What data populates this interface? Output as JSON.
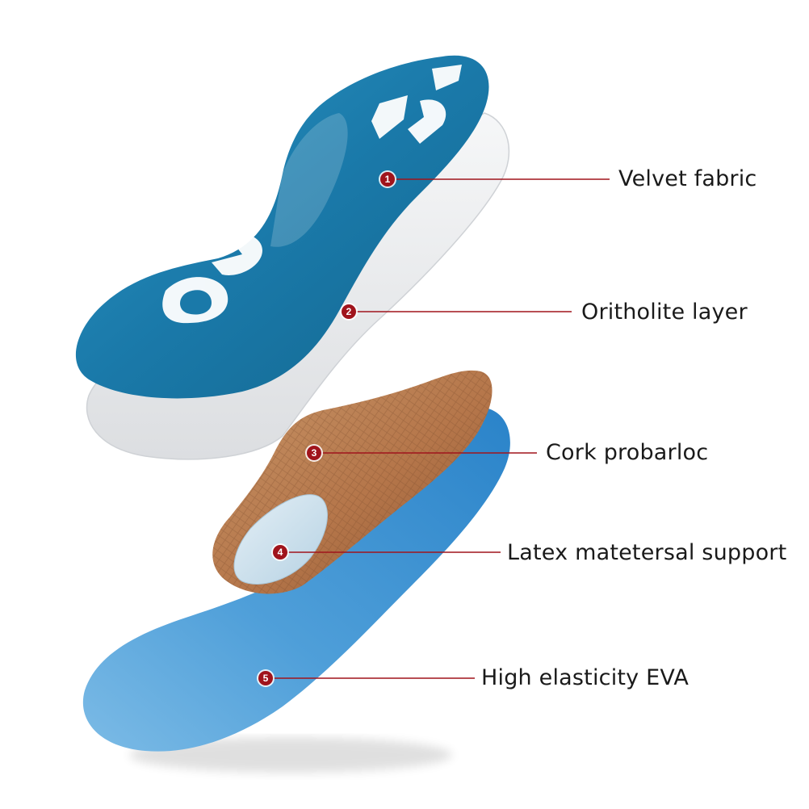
{
  "colors": {
    "velvet": "#1b7fb0",
    "ortholite": "#e9eaec",
    "cork": "#b97a4d",
    "latex": "#cfe3ef",
    "eva": "#3d95d4",
    "leader": "#a0141c",
    "marker": "#a0141c"
  },
  "layers": [
    {
      "number": "1",
      "label": "Velvet fabric"
    },
    {
      "number": "2",
      "label": "Oritholite layer"
    },
    {
      "number": "3",
      "label": "Cork probarloc"
    },
    {
      "number": "4",
      "label": "Latex matetersal support"
    },
    {
      "number": "5",
      "label": "High elasticity EVA"
    }
  ]
}
